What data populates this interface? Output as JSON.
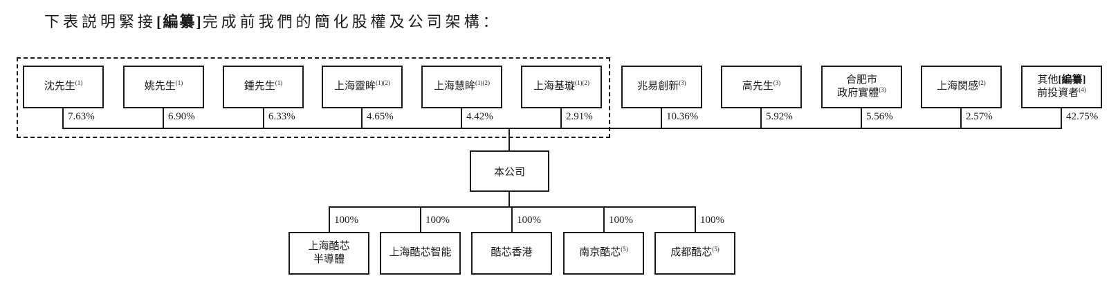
{
  "title": {
    "pre": "下表説明緊接",
    "bold": "[編纂]",
    "post": "完成前我們的簡化股權及公司架構："
  },
  "shareholders": [
    {
      "line1": "沈先生",
      "sup1": "(1)",
      "pct": "7.63%"
    },
    {
      "line1": "姚先生",
      "sup1": "(1)",
      "pct": "6.90%"
    },
    {
      "line1": "鍾先生",
      "sup1": "(1)",
      "pct": "6.33%"
    },
    {
      "line1": "上海靈眸",
      "sup1": "(1)(2)",
      "pct": "4.65%"
    },
    {
      "line1": "上海慧眸",
      "sup1": "(1)(2)",
      "pct": "4.42%"
    },
    {
      "line1": "上海基璇",
      "sup1": "(1)(2)",
      "pct": "2.91%"
    },
    {
      "line1": "兆易創新",
      "sup1": "(3)",
      "pct": "10.36%"
    },
    {
      "line1": "高先生",
      "sup1": "(3)",
      "pct": "5.92%"
    },
    {
      "line1": "合肥市",
      "line2": "政府實體",
      "sup2": "(3)",
      "pct": "5.56%"
    },
    {
      "line1": "上海閔感",
      "sup1": "(2)",
      "pct": "2.57%"
    },
    {
      "line1_pre": "其他",
      "line1_bold": "[編纂]",
      "line2": "前投資者",
      "sup2": "(4)",
      "pct": "42.75%"
    }
  ],
  "company": {
    "name": "本公司"
  },
  "subsidiaries": [
    {
      "line1": "上海酷芯",
      "line2": "半導體",
      "pct": "100%"
    },
    {
      "line1": "上海酷芯智能",
      "pct": "100%"
    },
    {
      "line1": "酷芯香港",
      "pct": "100%"
    },
    {
      "line1": "南京酷芯",
      "sup1": "(5)",
      "pct": "100%"
    },
    {
      "line1": "成都酷芯",
      "sup1": "(5)",
      "pct": "100%"
    }
  ],
  "colors": {
    "line": "#1a1a1a",
    "background": "#ffffff"
  }
}
